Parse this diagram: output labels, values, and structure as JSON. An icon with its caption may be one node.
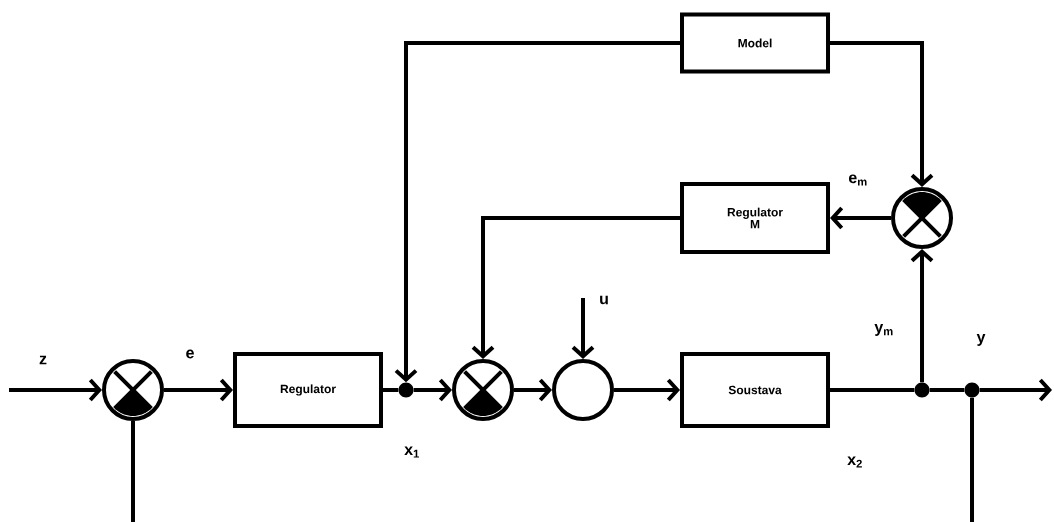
{
  "diagram": {
    "nodes": [
      {
        "text": [],
        "shape": "circle"
      },
      {
        "text": [
          "Regulator"
        ]
      },
      {
        "text": [],
        "shape": "dot",
        "beside": [
          "x$_{1}$"
        ]
      },
      {
        "text": [],
        "shape": "circle"
      },
      {
        "text": [],
        "shape": "circle"
      },
      {
        "text": [
          "Soustava"
        ]
      },
      {
        "text": [],
        "shape": "dot"
      },
      {
        "text": [],
        "shape": "dot"
      },
      {
        "text": [
          "Regulator M"
        ]
      },
      {
        "text": [],
        "shape": "circle"
      },
      {
        "text": [
          "Model"
        ]
      }
    ],
    "edges": [
      {
        "from": null,
        "to": 0,
        "arrow": "to",
        "label": "z"
      },
      {
        "from": 0,
        "to": 1,
        "arrow": "to",
        "label": "e"
      },
      {
        "from": 1,
        "to": 2,
        "arrow": "none"
      },
      {
        "from": 2,
        "to": 3,
        "arrow": "to"
      },
      {
        "from": 3,
        "to": 4,
        "arrow": "to"
      },
      {
        "from": null,
        "to": 4,
        "arrow": "to",
        "label": "u"
      },
      {
        "from": 4,
        "to": 5,
        "arrow": "to"
      },
      {
        "from": 5,
        "to": 6,
        "arrow": "none",
        "label": "x$_{2}$"
      },
      {
        "from": 6,
        "to": 7,
        "arrow": "none"
      },
      {
        "from": 7,
        "to": null,
        "arrow": "to",
        "label": "y"
      },
      {
        "from": 7,
        "to": null,
        "arrow": "none"
      },
      {
        "from": null,
        "to": 0,
        "arrow": "none"
      },
      {
        "from": 6,
        "to": 9,
        "arrow": "to",
        "label": "y$_{m}$"
      },
      {
        "from": 9,
        "to": 8,
        "arrow": "to",
        "label": "e$_{m}$"
      },
      {
        "from": 8,
        "to": 3,
        "arrow": "to"
      },
      {
        "from": 10,
        "to": 2,
        "arrow": "to"
      },
      {
        "from": 10,
        "to": 9,
        "arrow": "to"
      }
    ]
  }
}
